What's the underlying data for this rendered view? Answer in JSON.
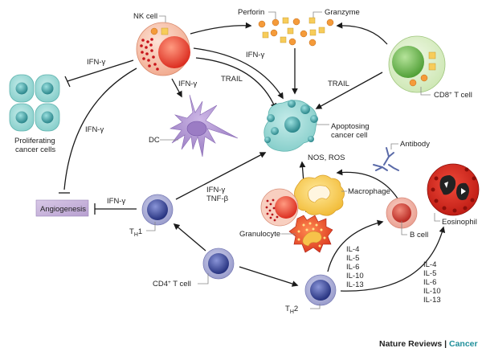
{
  "title": "Immune cells in tumour control",
  "cells": {
    "nk_cell": "NK cell",
    "perforin": "Perforin",
    "granzyme": "Granzyme",
    "cd8_t_cell": "CD8",
    "cd8_sup": "+",
    "cd8_suffix": " T cell",
    "proliferating_line1": "Proliferating",
    "proliferating_line2": "cancer cells",
    "dc": "DC",
    "apoptosing_line1": "Apoptosing",
    "apoptosing_line2": "cancer cell",
    "antibody": "Antibody",
    "macrophage": "Macrophage",
    "eosinophil": "Eosinophil",
    "granulocyte": "Granulocyte",
    "b_cell": "B cell",
    "th1_main": "T",
    "th1_sub": "H",
    "th1_suffix": "1",
    "th2_main": "T",
    "th2_sub": "H",
    "th2_suffix": "2",
    "cd4_t_cell": "CD4",
    "cd4_sup": "+",
    "cd4_suffix": " T cell",
    "angiogenesis": "Angiogenesis"
  },
  "signals": {
    "nk_to_proliferating": "IFN-γ",
    "nk_to_angiogenesis": "IFN-γ",
    "nk_to_dc": "IFN-γ",
    "nk_to_apoptosing_ifn": "IFN-γ",
    "nk_to_apoptosing_trail": "TRAIL",
    "cd8_trail": "TRAIL",
    "th1_to_angiogenesis": "IFN-γ",
    "th1_to_apoptosing_1": "IFN-γ",
    "th1_to_apoptosing_2": "TNF-β",
    "macrophage_nos_ros": "NOS, ROS",
    "th2_to_b_cell": [
      "IL-4",
      "IL-5",
      "IL-6",
      "IL-10",
      "IL-13"
    ],
    "th2_to_eosinophil": [
      "IL-4",
      "IL-5",
      "IL-6",
      "IL-10",
      "IL-13"
    ]
  },
  "footer": {
    "journal": "Nature Reviews",
    "separator": " | ",
    "section": "Cancer"
  },
  "colors": {
    "nk_outer": "#f6c2ad",
    "nk_nucleus": "#e2341f",
    "cancer_cell": "#8fd3cf",
    "cancer_nucleus": "#2e9a9a",
    "dc": "#a98bc9",
    "cd8_outer": "#d9edc2",
    "cd8_nucleus": "#5fb140",
    "t_cell_outer": "#a9acd6",
    "t_cell_nucleus": "#2d3a8c",
    "macrophage": "#f5c440",
    "eosinophil": "#d8261c",
    "angiogenesis_box": "#c7b3da",
    "footer_accent": "#1f8f9a"
  }
}
